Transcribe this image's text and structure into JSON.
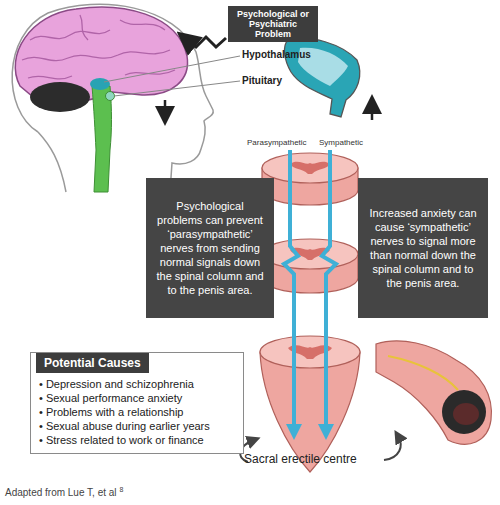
{
  "diagram": {
    "caption": "Adapted from Lue T, et al",
    "nodes": [
      {
        "text": [
          "Psychological or Psychiatric Problem"
        ]
      },
      {
        "text": [
          "Psychological problems can prevent ‘parasympathetic’ nerves from sending normal signals down the spinal column and to the penis area."
        ]
      },
      {
        "text": [
          "Increased anxiety can cause ‘sympathetic’ nerves to signal more than normal down the spinal column and to the penis area."
        ]
      },
      {
        "text": [
          "Potential Causes",
          "• Depression and schizophrenia",
          "• Sexual performance anxiety",
          "• Problems with a relationship",
          "• Sexual abuse during earlier years",
          "• Stress related to work or finance"
        ]
      }
    ],
    "labels": [
      "Hypothalamus",
      "Pituitary",
      "Parasympathetic",
      "Sympathetic",
      "Sacral erectile centre",
      "8"
    ]
  }
}
